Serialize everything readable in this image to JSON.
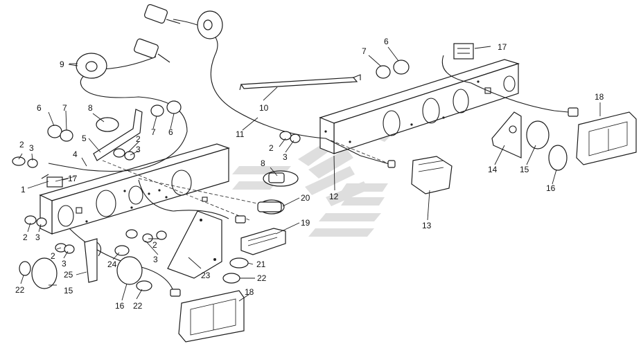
{
  "callouts": [
    {
      "id": "c1",
      "text": "1"
    },
    {
      "id": "c2a",
      "text": "2"
    },
    {
      "id": "c3a",
      "text": "3"
    },
    {
      "id": "c2b",
      "text": "2"
    },
    {
      "id": "c3b",
      "text": "3"
    },
    {
      "id": "c2c",
      "text": "2"
    },
    {
      "id": "c3c",
      "text": "3"
    },
    {
      "id": "c2d",
      "text": "2"
    },
    {
      "id": "c3d",
      "text": "3"
    },
    {
      "id": "c2e",
      "text": "2"
    },
    {
      "id": "c3e",
      "text": "3"
    },
    {
      "id": "c2f",
      "text": "2"
    },
    {
      "id": "c3f",
      "text": "3"
    },
    {
      "id": "c4",
      "text": "4"
    },
    {
      "id": "c5",
      "text": "5"
    },
    {
      "id": "c6a",
      "text": "6"
    },
    {
      "id": "c6b",
      "text": "6"
    },
    {
      "id": "c6c",
      "text": "6"
    },
    {
      "id": "c7a",
      "text": "7"
    },
    {
      "id": "c7b",
      "text": "7"
    },
    {
      "id": "c7c",
      "text": "7"
    },
    {
      "id": "c8a",
      "text": "8"
    },
    {
      "id": "c8b",
      "text": "8"
    },
    {
      "id": "c9",
      "text": "9"
    },
    {
      "id": "c10",
      "text": "10"
    },
    {
      "id": "c11",
      "text": "11"
    },
    {
      "id": "c12",
      "text": "12"
    },
    {
      "id": "c13",
      "text": "13"
    },
    {
      "id": "c14",
      "text": "14"
    },
    {
      "id": "c15a",
      "text": "15"
    },
    {
      "id": "c15b",
      "text": "15"
    },
    {
      "id": "c16a",
      "text": "16"
    },
    {
      "id": "c16b",
      "text": "16"
    },
    {
      "id": "c17a",
      "text": "17"
    },
    {
      "id": "c17b",
      "text": "17"
    },
    {
      "id": "c18a",
      "text": "18"
    },
    {
      "id": "c18b",
      "text": "18"
    },
    {
      "id": "c19",
      "text": "19"
    },
    {
      "id": "c20",
      "text": "20"
    },
    {
      "id": "c21",
      "text": "21"
    },
    {
      "id": "c22a",
      "text": "22"
    },
    {
      "id": "c22b",
      "text": "22"
    },
    {
      "id": "c22c",
      "text": "22"
    },
    {
      "id": "c23",
      "text": "23"
    },
    {
      "id": "c24",
      "text": "24"
    },
    {
      "id": "c25",
      "text": "25"
    }
  ],
  "watermark": {
    "color": "#b9b9b9"
  }
}
